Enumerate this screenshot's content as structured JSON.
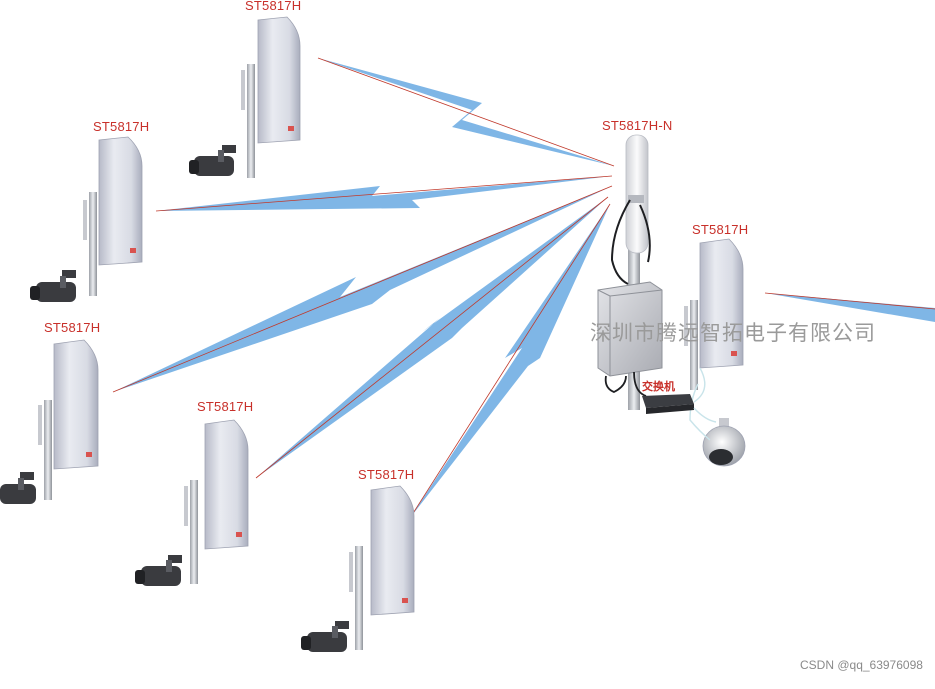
{
  "devices": {
    "cpe_top": "ST5817H",
    "cpe_left_upper": "ST5817H",
    "cpe_left_middle": "ST5817H",
    "cpe_bottom_left": "ST5817H",
    "cpe_bottom_right": "ST5817H",
    "cpe_right": "ST5817H",
    "base_station": "ST5817H-N"
  },
  "switch_label": "交换机",
  "watermark": "深圳市腾远智拓电子有限公司",
  "credit": "CSDN @qq_63976098",
  "colors": {
    "label_red": "#c8302a",
    "beam_blue": "#7fb6e6",
    "beam_red": "#c0392b",
    "panel_light": "#e6e8ef",
    "panel_shadow": "#b9bccb"
  }
}
